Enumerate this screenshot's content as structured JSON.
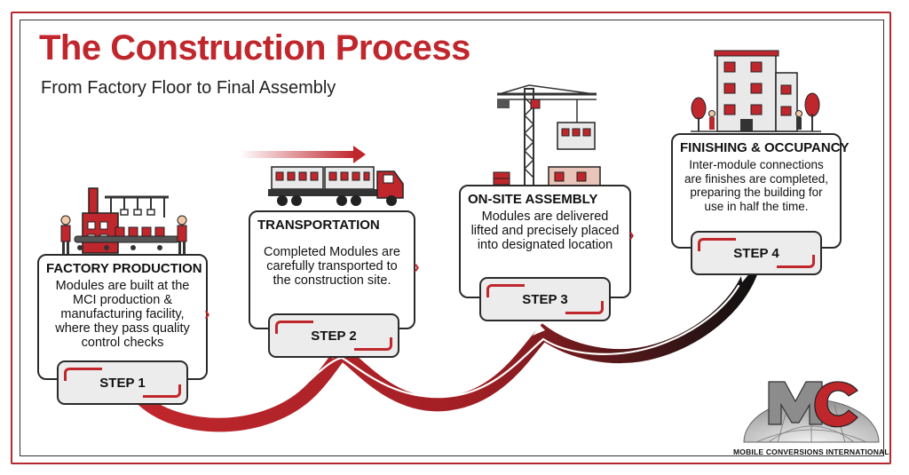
{
  "title": "The Construction Process",
  "subtitle": "From Factory Floor to Final Assembly",
  "steps": [
    {
      "title": "FACTORY PRODUCTION",
      "desc": "Modules are built at the MCI production & manufacturing facility, where they pass quality control checks",
      "step_label": "STEP 1"
    },
    {
      "title": "TRANSPORTATION",
      "desc": "Completed Modules are carefully transported to the construction site.",
      "step_label": "STEP 2"
    },
    {
      "title": "ON-SITE ASSEMBLY",
      "desc": "Modules are delivered lifted and precisely placed into designated location",
      "step_label": "STEP 3"
    },
    {
      "title": "FINISHING & OCCUPANCY",
      "desc": "Inter-module connections are finishes are completed, preparing the building for use in half the time.",
      "step_label": "STEP 4"
    }
  ],
  "logo": {
    "letters": "MC",
    "name": "MOBILE CONVERSIONS INTERNATIONAL"
  },
  "colors": {
    "accent": "#c0272d",
    "dark": "#1a1a1a",
    "border": "#b5292e"
  },
  "icons": [
    "factory-icon",
    "truck-icon",
    "crane-icon",
    "building-icon",
    "mci-logo-icon"
  ]
}
